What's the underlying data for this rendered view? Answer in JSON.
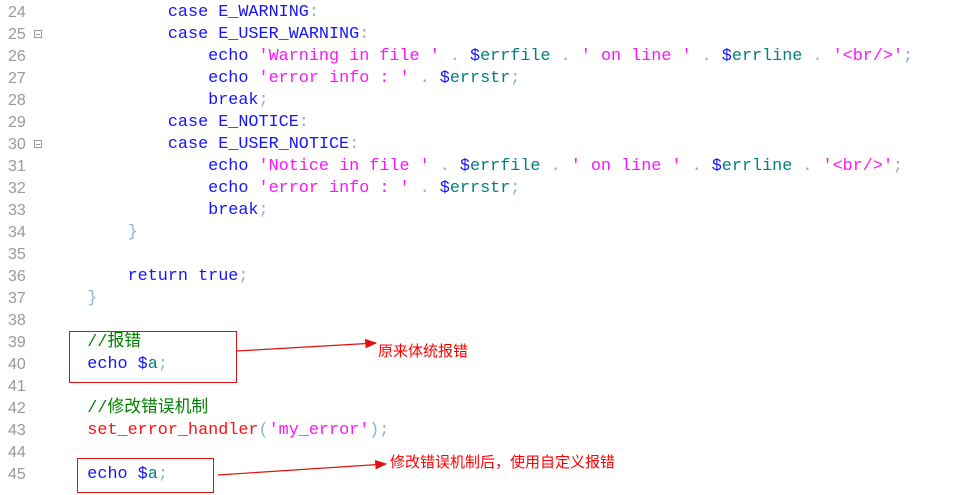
{
  "editor": {
    "lines": [
      {
        "no": "24",
        "fold": false,
        "tokens": [
          [
            "p",
            "            "
          ],
          [
            "k",
            "case E_WARNING"
          ],
          [
            "p",
            ":"
          ]
        ]
      },
      {
        "no": "25",
        "fold": true,
        "tokens": [
          [
            "p",
            "            "
          ],
          [
            "k",
            "case E_USER_WARNING"
          ],
          [
            "p",
            ":"
          ]
        ]
      },
      {
        "no": "26",
        "fold": false,
        "tokens": [
          [
            "p",
            "                "
          ],
          [
            "k",
            "echo "
          ],
          [
            "s",
            "'Warning in file '"
          ],
          [
            "p",
            " . "
          ],
          [
            "d",
            "$"
          ],
          [
            "v",
            "errfile"
          ],
          [
            "p",
            " . "
          ],
          [
            "s",
            "' on line '"
          ],
          [
            "p",
            " . "
          ],
          [
            "d",
            "$"
          ],
          [
            "v",
            "errline"
          ],
          [
            "p",
            " . "
          ],
          [
            "s",
            "'<br/>'"
          ],
          [
            "p",
            ";"
          ]
        ]
      },
      {
        "no": "27",
        "fold": false,
        "tokens": [
          [
            "p",
            "                "
          ],
          [
            "k",
            "echo "
          ],
          [
            "s",
            "'error info : '"
          ],
          [
            "p",
            " . "
          ],
          [
            "d",
            "$"
          ],
          [
            "v",
            "errstr"
          ],
          [
            "p",
            ";"
          ]
        ]
      },
      {
        "no": "28",
        "fold": false,
        "tokens": [
          [
            "p",
            "                "
          ],
          [
            "k",
            "break"
          ],
          [
            "p",
            ";"
          ]
        ]
      },
      {
        "no": "29",
        "fold": false,
        "tokens": [
          [
            "p",
            "            "
          ],
          [
            "k",
            "case E_NOTICE"
          ],
          [
            "p",
            ":"
          ]
        ]
      },
      {
        "no": "30",
        "fold": true,
        "tokens": [
          [
            "p",
            "            "
          ],
          [
            "k",
            "case E_USER_NOTICE"
          ],
          [
            "p",
            ":"
          ]
        ]
      },
      {
        "no": "31",
        "fold": false,
        "tokens": [
          [
            "p",
            "                "
          ],
          [
            "k",
            "echo "
          ],
          [
            "s",
            "'Notice in file '"
          ],
          [
            "p",
            " . "
          ],
          [
            "d",
            "$"
          ],
          [
            "v",
            "errfile"
          ],
          [
            "p",
            " . "
          ],
          [
            "s",
            "' on line '"
          ],
          [
            "p",
            " . "
          ],
          [
            "d",
            "$"
          ],
          [
            "v",
            "errline"
          ],
          [
            "p",
            " . "
          ],
          [
            "s",
            "'<br/>'"
          ],
          [
            "p",
            ";"
          ]
        ]
      },
      {
        "no": "32",
        "fold": false,
        "tokens": [
          [
            "p",
            "                "
          ],
          [
            "k",
            "echo "
          ],
          [
            "s",
            "'error info : '"
          ],
          [
            "p",
            " . "
          ],
          [
            "d",
            "$"
          ],
          [
            "v",
            "errstr"
          ],
          [
            "p",
            ";"
          ]
        ]
      },
      {
        "no": "33",
        "fold": false,
        "tokens": [
          [
            "p",
            "                "
          ],
          [
            "k",
            "break"
          ],
          [
            "p",
            ";"
          ]
        ]
      },
      {
        "no": "34",
        "fold": false,
        "tokens": [
          [
            "p",
            "        }"
          ]
        ]
      },
      {
        "no": "35",
        "fold": false,
        "tokens": []
      },
      {
        "no": "36",
        "fold": false,
        "tokens": [
          [
            "p",
            "        "
          ],
          [
            "k",
            "return true"
          ],
          [
            "p",
            ";"
          ]
        ]
      },
      {
        "no": "37",
        "fold": false,
        "tokens": [
          [
            "p",
            "    }"
          ]
        ]
      },
      {
        "no": "38",
        "fold": false,
        "tokens": []
      },
      {
        "no": "39",
        "fold": false,
        "tokens": [
          [
            "p",
            "    "
          ],
          [
            "c",
            "//报错"
          ]
        ]
      },
      {
        "no": "40",
        "fold": false,
        "tokens": [
          [
            "p",
            "    "
          ],
          [
            "k",
            "echo "
          ],
          [
            "d",
            "$"
          ],
          [
            "v",
            "a"
          ],
          [
            "p",
            ";"
          ]
        ]
      },
      {
        "no": "41",
        "fold": false,
        "tokens": []
      },
      {
        "no": "42",
        "fold": false,
        "tokens": [
          [
            "p",
            "    "
          ],
          [
            "c",
            "//修改错误机制"
          ]
        ]
      },
      {
        "no": "43",
        "fold": false,
        "tokens": [
          [
            "p",
            "    "
          ],
          [
            "f",
            "set_error_handler"
          ],
          [
            "p",
            "("
          ],
          [
            "s",
            "'my_error'"
          ],
          [
            "p",
            ");"
          ]
        ]
      },
      {
        "no": "44",
        "fold": false,
        "tokens": []
      },
      {
        "no": "45",
        "fold": false,
        "tokens": [
          [
            "p",
            "    "
          ],
          [
            "k",
            "echo "
          ],
          [
            "d",
            "$"
          ],
          [
            "v",
            "a"
          ],
          [
            "p",
            ";"
          ]
        ]
      }
    ]
  },
  "annotations": {
    "note1": "原来体统报错",
    "note2": "修改错误机制后，使用自定义报错",
    "color": "#ff0000"
  }
}
